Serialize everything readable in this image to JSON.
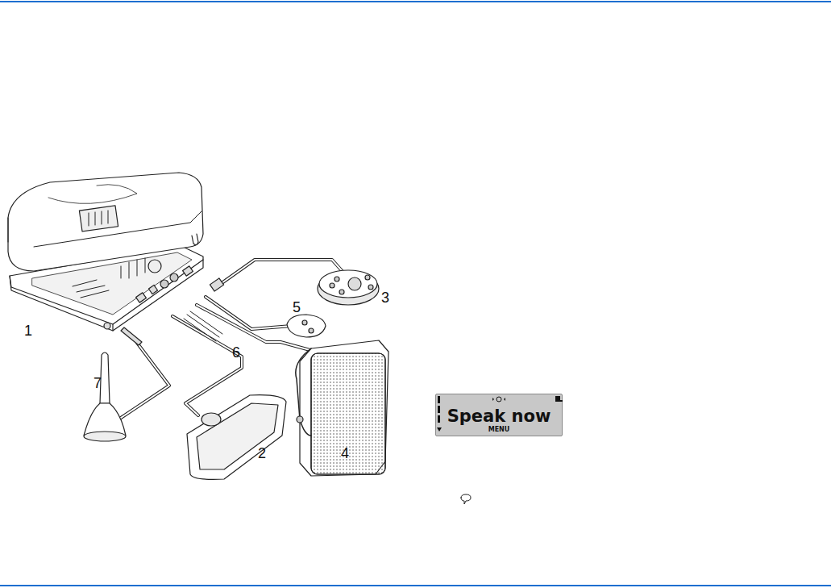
{
  "diagram": {
    "nodes": [
      {
        "text": [
          "Speak now",
          "MENU"
        ]
      }
    ],
    "labels": [
      "1",
      "2",
      "3",
      "4",
      "5",
      "6",
      "7"
    ]
  }
}
